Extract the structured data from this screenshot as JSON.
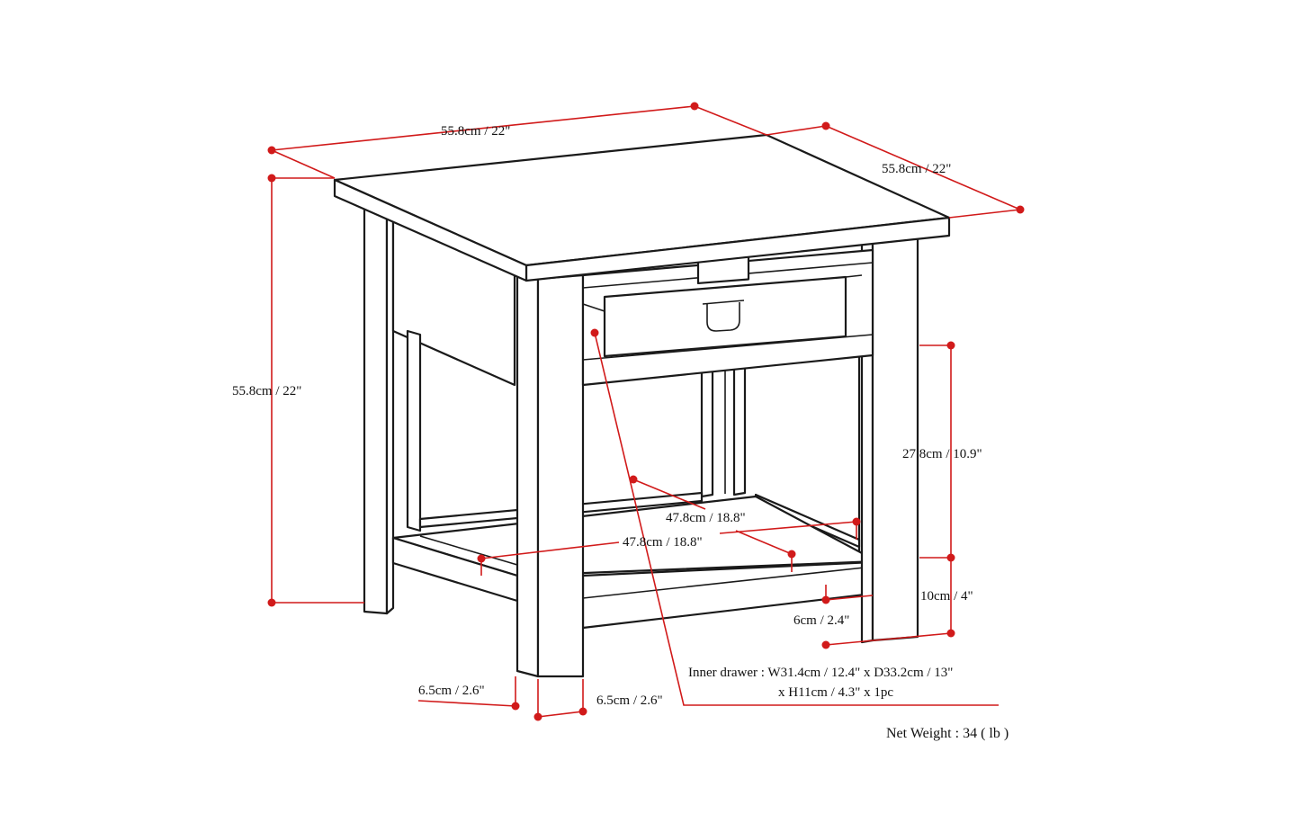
{
  "colors": {
    "dimension_line": "#d11a1a",
    "outline": "#1a1a1a",
    "background": "#ffffff"
  },
  "dimensions": {
    "top_width": "55.8cm / 22\"",
    "top_depth": "55.8cm / 22\"",
    "total_height": "55.8cm / 22\"",
    "open_shelf_height": "27.8cm / 10.9\"",
    "shelf_inner_depth": "47.8cm / 18.8\"",
    "shelf_inner_width": "47.8cm / 18.8\"",
    "shelf_thickness": "6cm / 2.4\"",
    "shelf_clearance": "10cm / 4\"",
    "leg_width_side": "6.5cm / 2.6\"",
    "leg_width_front": "6.5cm / 2.6\""
  },
  "drawer": {
    "line1": "Inner drawer : W31.4cm / 12.4\" x D33.2cm / 13\"",
    "line2": "x H11cm / 4.3\" x 1pc"
  },
  "net_weight": "Net Weight : 34 ( lb )"
}
